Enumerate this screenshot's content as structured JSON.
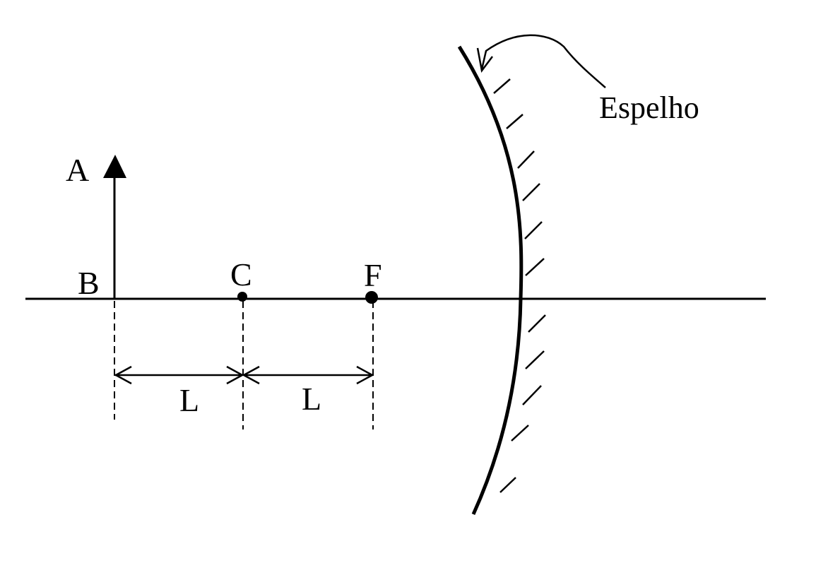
{
  "labels": {
    "object_top": "A",
    "object_base": "B",
    "center": "C",
    "focus": "F",
    "distance_1": "L",
    "distance_2": "L",
    "mirror": "Espelho"
  },
  "colors": {
    "ink": "#000000",
    "background": "#ffffff"
  }
}
